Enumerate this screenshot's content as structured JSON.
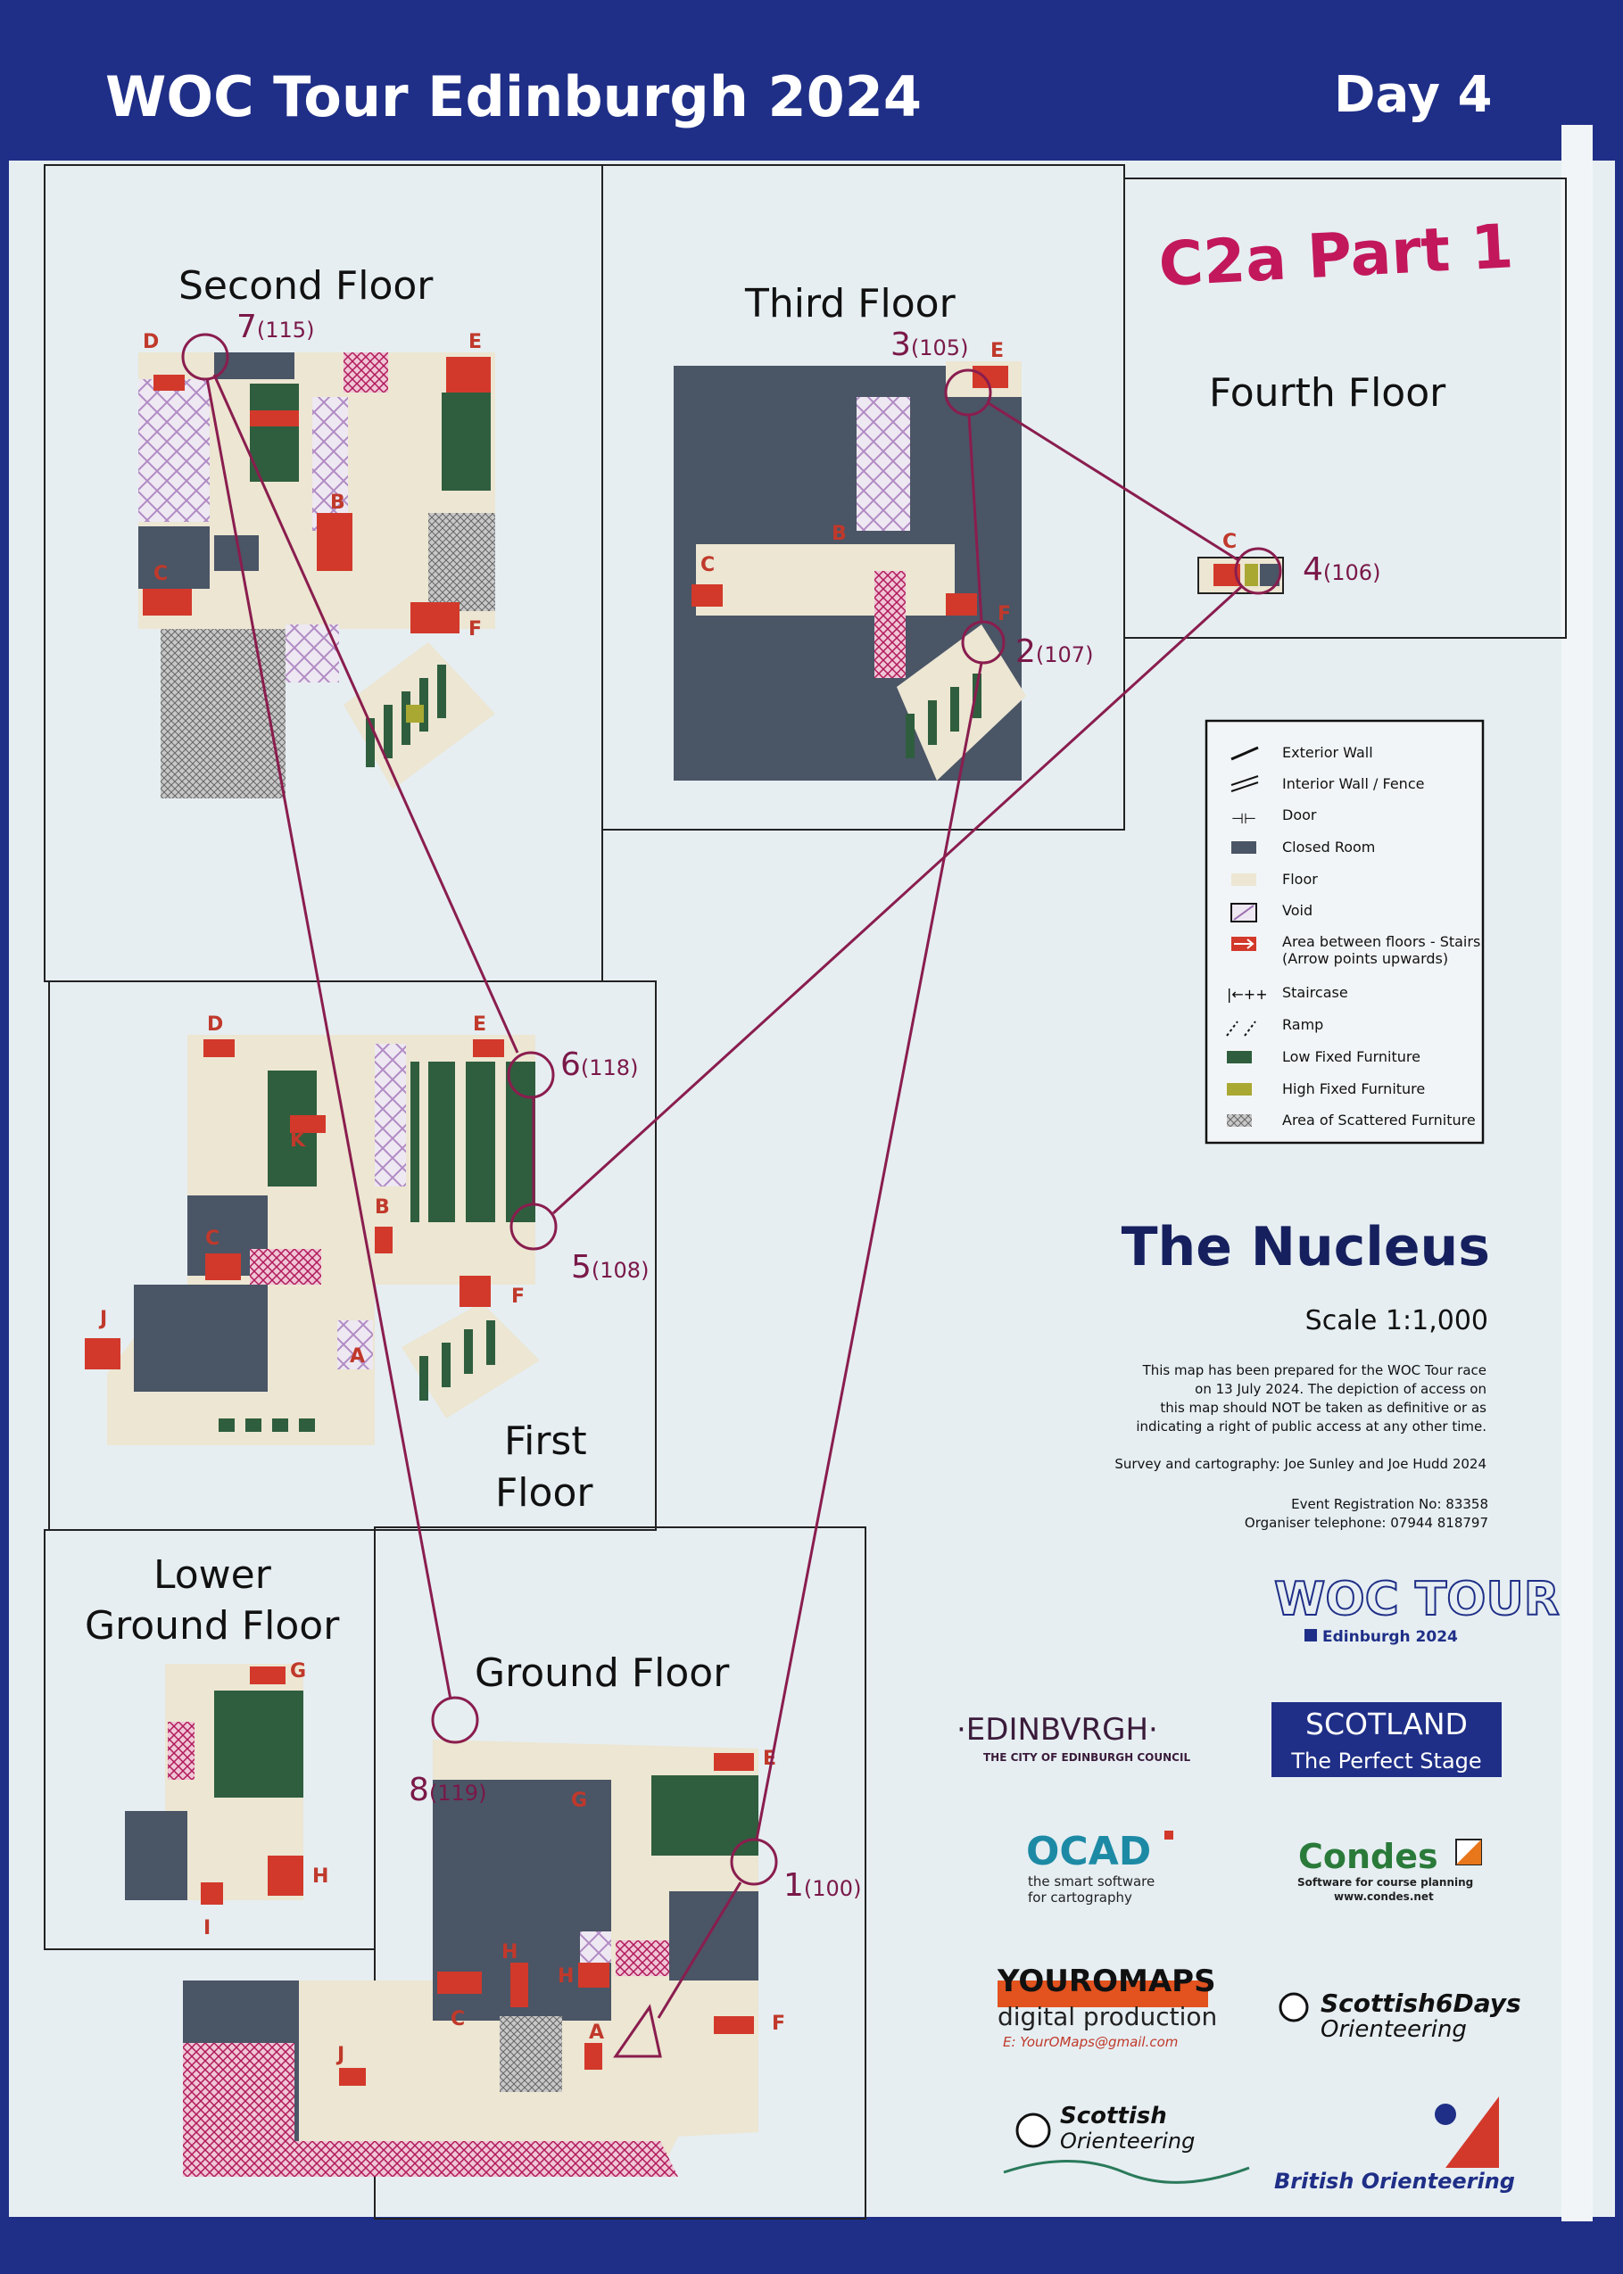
{
  "header": {
    "title": "WOC Tour Edinburgh 2024",
    "day": "Day 4"
  },
  "course": {
    "name": "C2a Part 1",
    "color": "#c2185b"
  },
  "floors": {
    "second": "Second Floor",
    "third": "Third Floor",
    "fourth": "Fourth Floor",
    "first_line1": "First",
    "first_line2": "Floor",
    "lower_line1": "Lower",
    "lower_line2": "Ground Floor",
    "ground": "Ground Floor"
  },
  "controls": [
    {
      "num": "1",
      "code": "(100)"
    },
    {
      "num": "2",
      "code": "(107)"
    },
    {
      "num": "3",
      "code": "(105)"
    },
    {
      "num": "4",
      "code": "(106)"
    },
    {
      "num": "5",
      "code": "(108)"
    },
    {
      "num": "6",
      "code": "(118)"
    },
    {
      "num": "7",
      "code": "(115)"
    },
    {
      "num": "8",
      "code": "(119)"
    }
  ],
  "legend": [
    {
      "icon": "exterior-wall-icon",
      "label": "Exterior Wall"
    },
    {
      "icon": "interior-wall-icon",
      "label": "Interior Wall / Fence"
    },
    {
      "icon": "door-icon",
      "label": "Door"
    },
    {
      "icon": "closed-room-icon",
      "label": "Closed Room"
    },
    {
      "icon": "floor-icon",
      "label": "Floor"
    },
    {
      "icon": "void-icon",
      "label": "Void"
    },
    {
      "icon": "stairs-area-icon",
      "label": "Area between floors - Stairs.",
      "label2": "(Arrow points upwards)"
    },
    {
      "icon": "staircase-icon",
      "label": "Staircase"
    },
    {
      "icon": "ramp-icon",
      "label": "Ramp"
    },
    {
      "icon": "low-furniture-icon",
      "label": "Low Fixed Furniture"
    },
    {
      "icon": "high-furniture-icon",
      "label": "High Fixed Furniture"
    },
    {
      "icon": "scattered-furniture-icon",
      "label": "Area of Scattered Furniture"
    }
  ],
  "info": {
    "venue": "The Nucleus",
    "scale": "Scale 1:1,000",
    "disclaimer": [
      "This map has been prepared for the WOC Tour race",
      "on 13 July 2024. The depiction of access on",
      "this map should NOT be taken as definitive or as",
      "indicating a right of public access at any other time."
    ],
    "survey": "Survey and cartography: Joe Sunley and Joe Hudd 2024",
    "registration": "Event Registration No: 83358",
    "telephone": "Organiser telephone: 07944 818797"
  },
  "logos": {
    "woc_tour": "WOC TOUR",
    "woc_tour_sub": "Edinburgh 2024",
    "edinburgh": "·EDINBVRGH·",
    "edinburgh_sub": "THE CITY OF EDINBURGH COUNCIL",
    "scotland": "SCOTLAND",
    "scotland_sub": "The Perfect Stage",
    "ocad": "OCAD",
    "ocad_sub1": "the smart software",
    "ocad_sub2": "for cartography",
    "condes": "Condes",
    "condes_sub1": "Software for course planning",
    "condes_sub2": "www.condes.net",
    "youromaps": "YOUROMAPS",
    "youromaps_sub": "digital production",
    "youromaps_email": "E: YourOMaps@gmail.com",
    "s6d": "Scottish6Days",
    "s6d_sub": "Orienteering",
    "so": "Scottish",
    "so_sub": "Orienteering",
    "bo": "British Orienteering"
  },
  "stair_letters": [
    "A",
    "B",
    "C",
    "D",
    "E",
    "F",
    "G",
    "H",
    "I",
    "J",
    "K"
  ],
  "colors": {
    "header_blue": "#1f2f87",
    "paper": "#e6eef2",
    "closed_room": "#4a5566",
    "floor": "#ece6d2",
    "low_furniture": "#2f5e3e",
    "high_furniture": "#a9a832",
    "stairs": "#d2392b",
    "course": "#8a1d4e",
    "navy_text": "#16205e"
  }
}
